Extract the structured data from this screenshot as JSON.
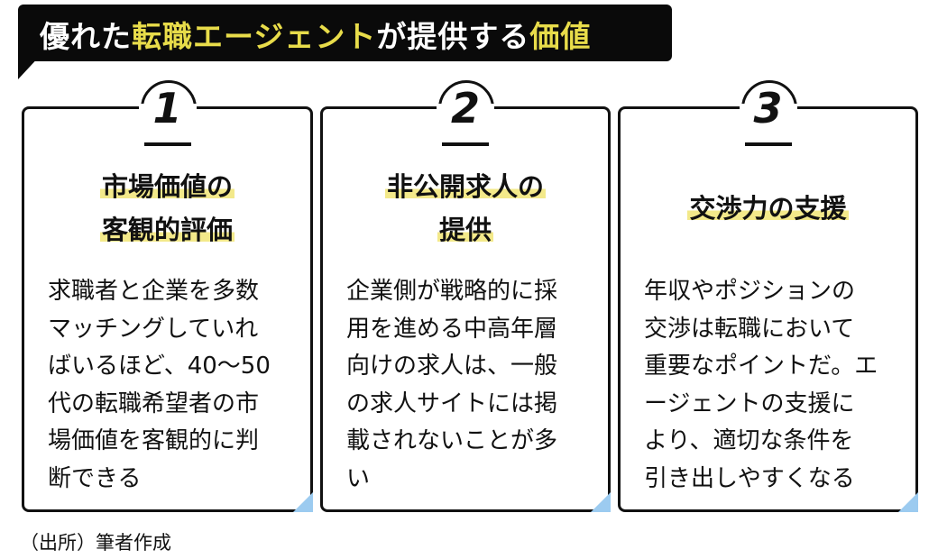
{
  "title": {
    "part1": "優れた",
    "part2": "転職エージェント",
    "part3": "が提供する",
    "part4": "価値"
  },
  "colors": {
    "accent_yellow": "#e8dc4a",
    "highlight": "#f3e98a",
    "corner_blue": "#9ccbf0"
  },
  "cards": [
    {
      "number": "1",
      "heading": [
        "市場価値の",
        "客観的評価"
      ],
      "body": [
        "求職者と企業を多数",
        "マッチングしていれ",
        "ばいるほど、40〜50",
        "代の転職希望者の市",
        "場価値を客観的に判",
        "断できる"
      ]
    },
    {
      "number": "2",
      "heading": [
        "非公開求人の",
        "提供"
      ],
      "body": [
        "企業側が戦略的に採",
        "用を進める中高年層",
        "向けの求人は、一般",
        "の求人サイトには掲",
        "載されないことが多",
        "い"
      ]
    },
    {
      "number": "3",
      "heading": [
        "交渉力の支援"
      ],
      "body": [
        "年収やポジションの",
        "交渉は転職において",
        "重要なポイントだ。エ",
        "ージェントの支援に",
        "より、適切な条件を",
        "引き出しやすくなる"
      ]
    }
  ],
  "source": "（出所）筆者作成"
}
